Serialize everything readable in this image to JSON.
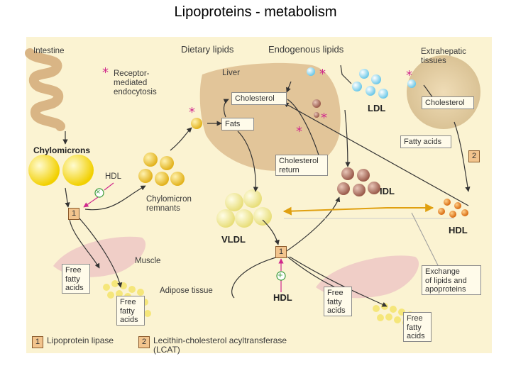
{
  "title": "Lipoproteins - metabolism",
  "labels": {
    "intestine": "Intestine",
    "dietary_lipids": "Dietary lipids",
    "endogenous_lipids": "Endogenous lipids",
    "extrahepatic_tissues": "Extrahepatic\ntissues",
    "receptor_endocytosis": "Receptor-\nmediated\nendocytosis",
    "liver": "Liver",
    "ldl": "LDL",
    "chylomicrons": "Chylomicrons",
    "hdl_left": "HDL",
    "chylomicron_remnants": "Chylomicron\nremnants",
    "idl": "IDL",
    "hdl_right": "HDL",
    "vldl": "VLDL",
    "muscle": "Muscle",
    "adipose_tissue": "Adipose tissue",
    "hdl_bottom": "HDL"
  },
  "boxes": {
    "cholesterol_liver": "Cholesterol",
    "fats": "Fats",
    "cholesterol_extrahepatic": "Cholesterol",
    "fatty_acids": "Fatty acids",
    "cholesterol_return": "Cholesterol\nreturn",
    "free_fatty_acids_muscle": "Free\nfatty\nacids",
    "free_fatty_acids_adipose": "Free\nfatty\nacids",
    "free_fatty_acids_mid": "Free\nfatty\nacids",
    "free_fatty_acids_right": "Free\nfatty\nacids",
    "exchange": "Exchange\nof lipids and\napoproteins"
  },
  "enzymes": {
    "one": "1",
    "two": "2"
  },
  "legend": {
    "one_num": "1",
    "one_label": "Lipoprotein lipase",
    "two_num": "2",
    "two_label": "Lecithin-cholesterol acyltransferase\n(LCAT)"
  },
  "symbols": {
    "star": "*",
    "minus": "×",
    "plus": "+"
  },
  "colors": {
    "background_panel": "#fbf3d2",
    "liver": "#d9b585",
    "star": "#d0288c",
    "enzyme_box": "#f2c48d",
    "inhibit": "#3a9a3a"
  }
}
